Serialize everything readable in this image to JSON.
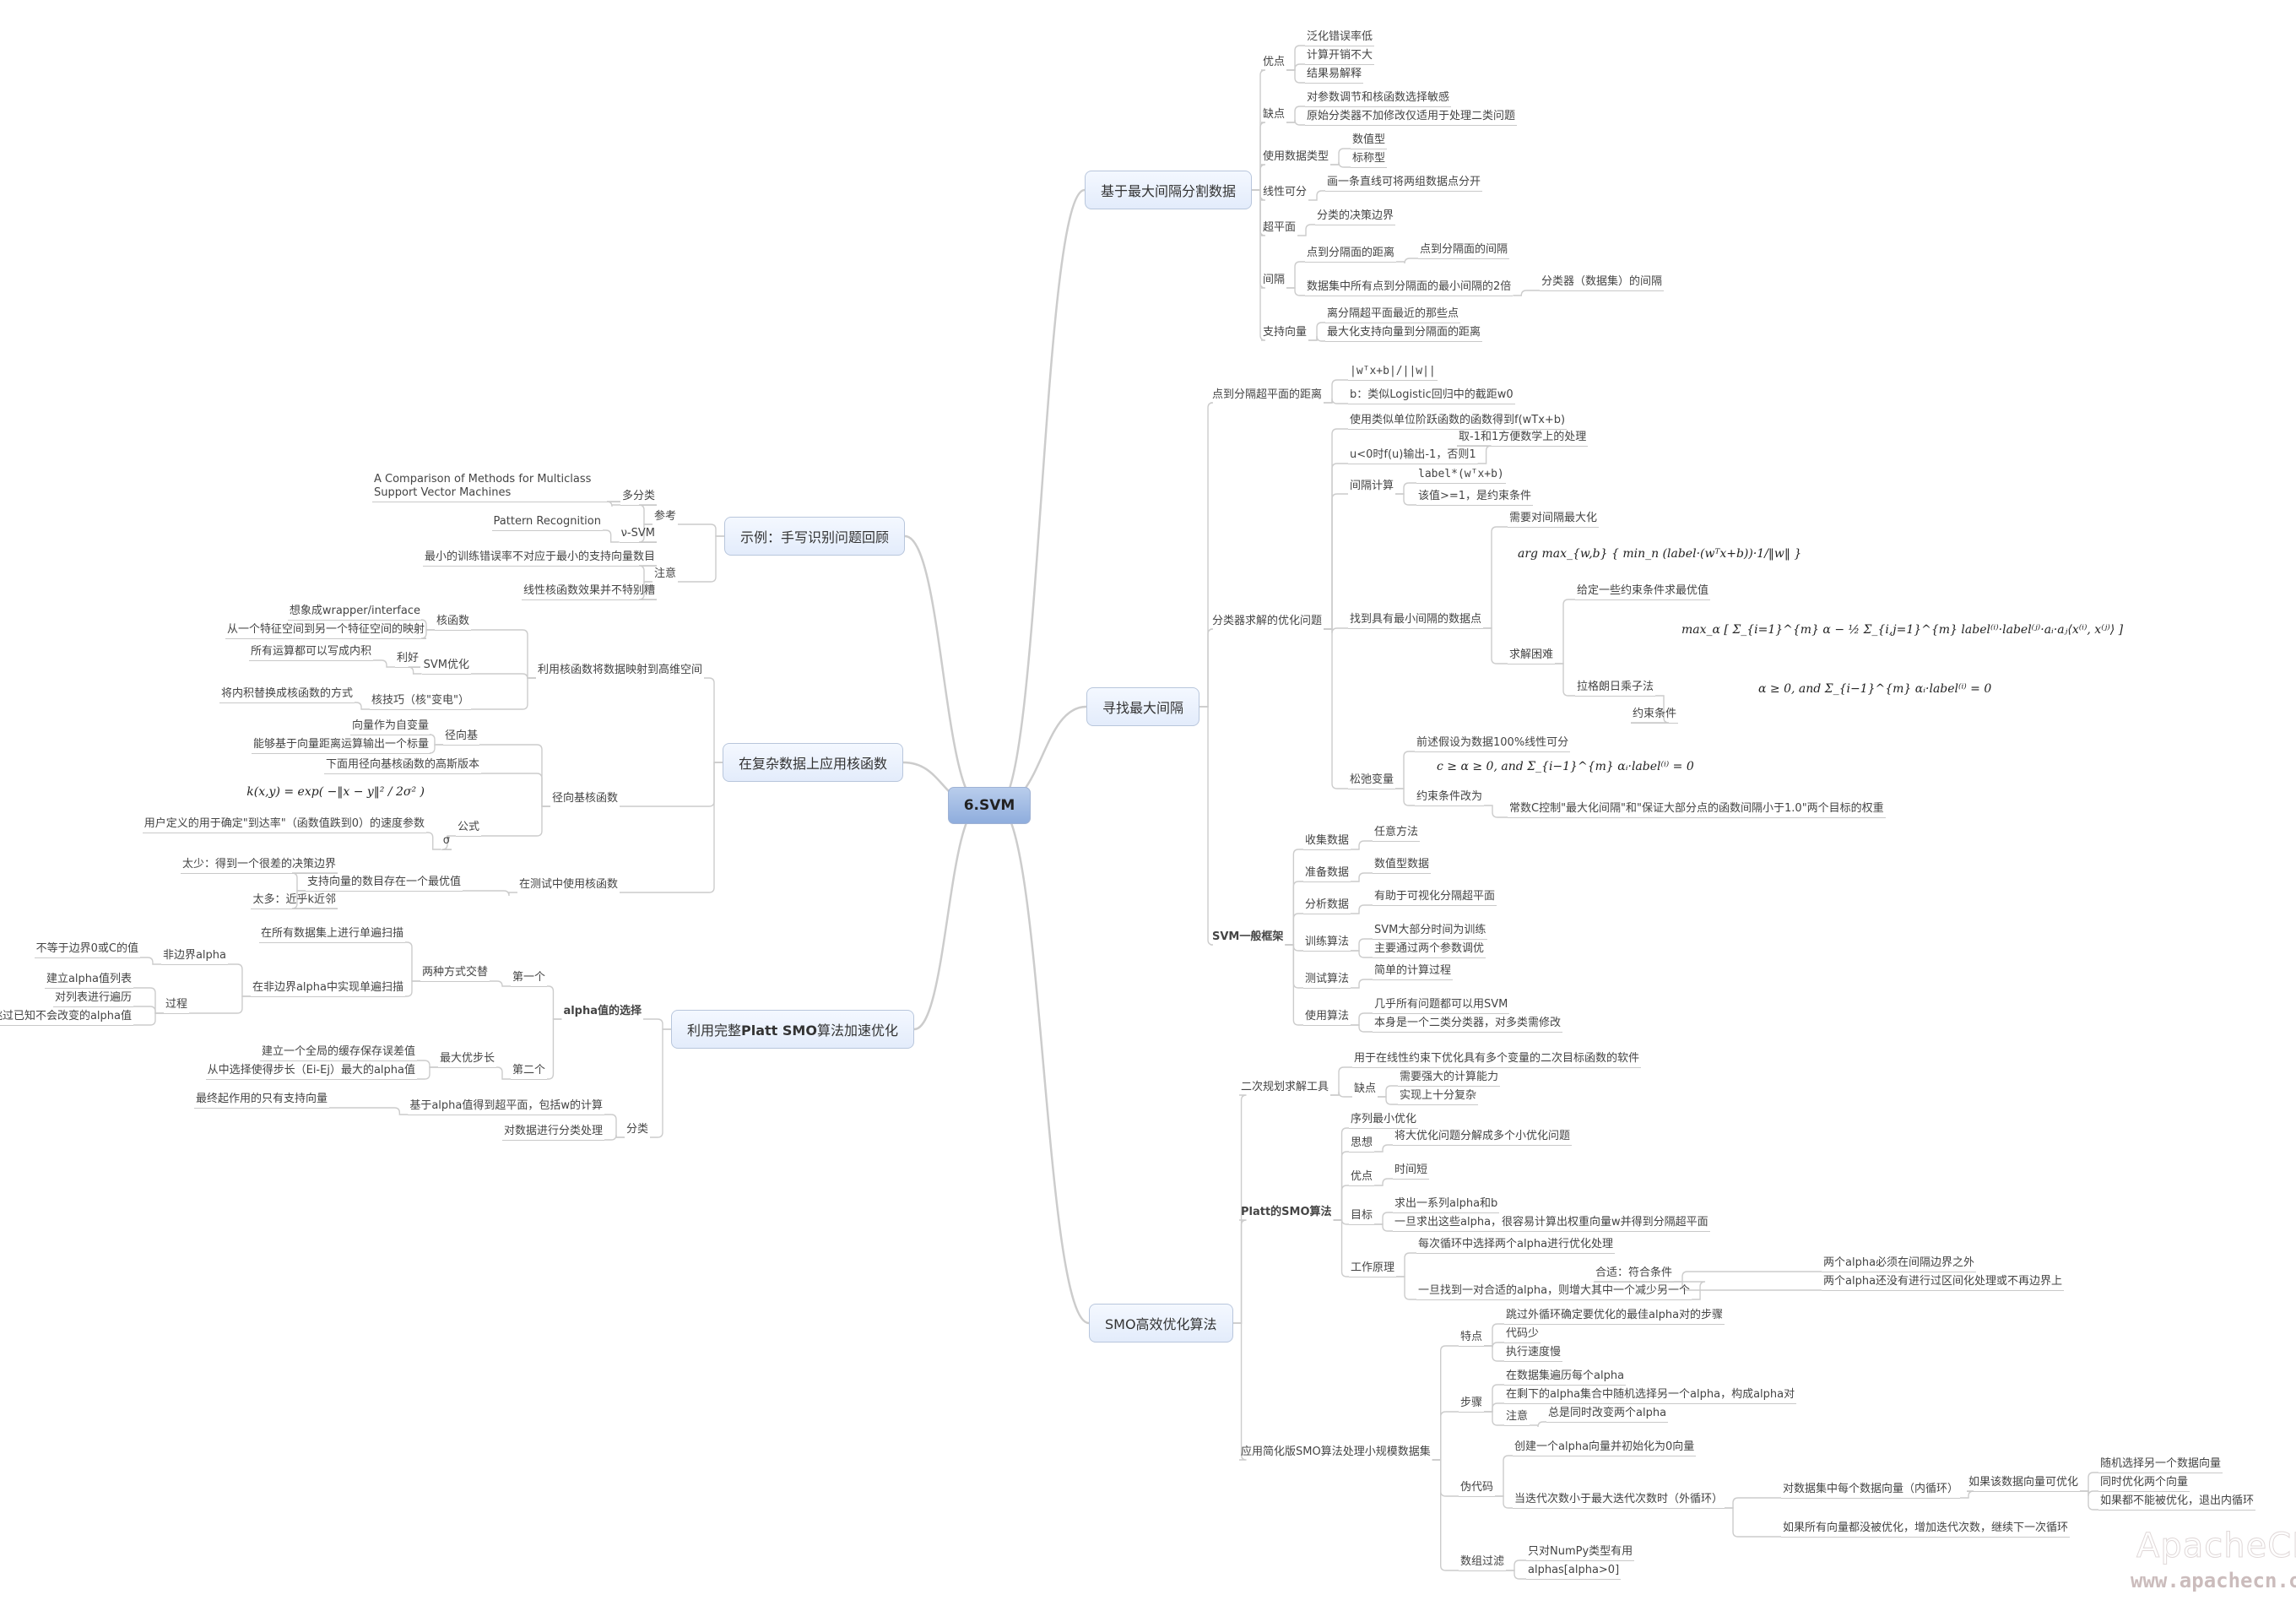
{
  "title": "6.SVM",
  "watermark": {
    "brand": "ApacheCN",
    "url": "www.apachecn.org"
  },
  "colors": {
    "center_fill": "#8faddd",
    "main_fill": "#e3ecfb",
    "line": "#c9c9c9",
    "text": "#444444"
  },
  "right": {
    "b1": {
      "label": "基于最大间隔分割数据",
      "youdian": {
        "label": "优点",
        "items": [
          "泛化错误率低",
          "计算开销不大",
          "结果易解释"
        ]
      },
      "quedian": {
        "label": "缺点",
        "items": [
          "对参数调节和核函数选择敏感",
          "原始分类器不加修改仅适用于处理二类问题"
        ]
      },
      "datatype": {
        "label": "使用数据类型",
        "items": [
          "数值型",
          "标称型"
        ]
      },
      "linear": {
        "label": "线性可分",
        "items": [
          "画一条直线可将两组数据点分开"
        ]
      },
      "hyper": {
        "label": "超平面",
        "items": [
          "分类的决策边界"
        ]
      },
      "margin": {
        "label": "间隔",
        "a": "点到分隔面的距离",
        "a1": "点到分隔面的间隔",
        "b": "数据集中所有点到分隔面的最小间隔的2倍",
        "b1": "分类器（数据集）的间隔"
      },
      "sv": {
        "label": "支持向量",
        "items": [
          "离分隔超平面最近的那些点",
          "最大化支持向量到分隔面的距离"
        ]
      }
    },
    "b2": {
      "label": "寻找最大间隔",
      "dist": {
        "label": "点到分隔超平面的距离",
        "f": "|wᵀx+b|/||w||",
        "b": "b：类似Logistic回归中的截距w0"
      },
      "opt": {
        "label": "分类器求解的优化问题",
        "step": "使用类似单位阶跃函数的函数得到f(wTx+b)",
        "u": "u<0时f(u)输出-1，否则1",
        "u1": "取-1和1方便数学上的处理",
        "calc": {
          "label": "间隔计算",
          "f": "label*(wᵀx+b)",
          "c": "该值>=1，是约束条件"
        },
        "find": {
          "label": "找到具有最小间隔的数据点",
          "need": "需要对间隔最大化",
          "argmax": "arg max_{w,b} { min_n (label·(wᵀx+b))·1/‖w‖ }",
          "hard": "求解困难",
          "given": "给定一些约束条件求最优值",
          "lagrange": "拉格朗日乘子法",
          "dual": "max_α [ Σ_{i=1}^{m} α − ½ Σ_{i,j=1}^{m} label⁽ⁱ⁾·label⁽ʲ⁾·aᵢ·aⱼ⟨x⁽ⁱ⁾, x⁽ʲ⁾⟩ ]",
          "cons_label": "约束条件",
          "cons": "α ≥ 0, and Σ_{i−1}^{m} αᵢ·label⁽ⁱ⁾ = 0"
        },
        "slack": {
          "label": "松弛变量",
          "a": "前述假设为数据100%线性可分",
          "change": "约束条件改为",
          "f": "c ≥ α ≥ 0, and Σ_{i−1}^{m} αᵢ·label⁽ⁱ⁾ = 0",
          "c": "常数C控制\"最大化间隔\"和\"保证大部分点的函数间隔小于1.0\"两个目标的权重"
        }
      },
      "frame": {
        "label": "SVM一般框架",
        "rows": [
          {
            "label": "收集数据",
            "items": [
              "任意方法"
            ]
          },
          {
            "label": "准备数据",
            "items": [
              "数值型数据"
            ]
          },
          {
            "label": "分析数据",
            "items": [
              "有助于可视化分隔超平面"
            ]
          },
          {
            "label": "训练算法",
            "items": [
              "SVM大部分时间为训练",
              "主要通过两个参数调优"
            ]
          },
          {
            "label": "测试算法",
            "items": [
              "简单的计算过程"
            ]
          },
          {
            "label": "使用算法",
            "items": [
              "几乎所有问题都可以用SVM",
              "本身是一个二类分类器，对多类需修改"
            ]
          }
        ]
      }
    },
    "b3": {
      "label": "SMO高效优化算法",
      "qp": {
        "label": "二次规划求解工具",
        "a": "用于在线性约束下优化具有多个变量的二次目标函数的软件",
        "bad": "缺点",
        "bad_items": [
          "需要强大的计算能力",
          "实现上十分复杂"
        ]
      },
      "platt": {
        "label": "Platt的SMO算法",
        "seq": "序列最小优化",
        "idea": "思想",
        "idea1": "将大优化问题分解成多个小优化问题",
        "adv": "优点",
        "adv1": "时间短",
        "goal": "目标",
        "goal_items": [
          "求出一系列alpha和b",
          "一旦求出这些alpha，很容易计算出权重向量w并得到分隔超平面"
        ],
        "work": "工作原理",
        "w1": "每次循环中选择两个alpha进行优化处理",
        "w2": "一旦找到一对合适的alpha，则增大其中一个减少另一个",
        "fit": "合适：符合条件",
        "fit_items": [
          "两个alpha必须在间隔边界之外",
          "两个alpha还没有进行过区间化处理或不再边界上"
        ]
      },
      "simple": {
        "label": "应用简化版SMO算法处理小规模数据集",
        "feat": "特点",
        "feat_items": [
          "跳过外循环确定要优化的最佳alpha对的步骤",
          "代码少",
          "执行速度慢"
        ],
        "steps": "步骤",
        "step_items": [
          "在数据集遍历每个alpha",
          "在剩下的alpha集合中随机选择另一个alpha，构成alpha对"
        ],
        "note": "注意",
        "note1": "总是同时改变两个alpha",
        "pseudo": "伪代码",
        "p1": "创建一个alpha向量并初始化为0向量",
        "p2": "当迭代次数小于最大迭代次数时（外循环）",
        "p3": "对数据集中每个数据向量（内循环）",
        "p4": "如果该数据向量可优化",
        "p4_items": [
          "随机选择另一个数据向量",
          "同时优化两个向量",
          "如果都不能被优化，退出内循环"
        ],
        "p5": "如果所有向量都没被优化，增加迭代次数，继续下一次循环",
        "filter": "数组过滤",
        "filter_items": [
          "只对NumPy类型有用",
          "alphas[alpha>0]"
        ]
      }
    }
  },
  "left": {
    "l1": {
      "label": "示例：手写识别问题回顾",
      "ref": "参考",
      "multi": "多分类",
      "multi1": "A Comparison of Methods for Multiclass Support Vector Machines",
      "nusvm": "ν-SVM",
      "nusvm1": "Pattern Recognition",
      "note": "注意",
      "note_items": [
        "最小的训练错误率不对应于最小的支持向量数目",
        "线性核函数效果并不特别糟"
      ]
    },
    "l2": {
      "label": "在复杂数据上应用核函数",
      "map": "利用核函数将数据映射到高维空间",
      "kf": "核函数",
      "kf_items": [
        "想象成wrapper/interface",
        "从一个特征空间到另一个特征空间的映射"
      ],
      "svmopt": "SVM优化",
      "good": "利好",
      "good1": "所有运算都可以写成内积",
      "trick": "核技巧（核\"变电\"）",
      "trick1": "将内积替换成核函数的方式",
      "rbf": "径向基核函数",
      "rb": "径向基",
      "rb_items": [
        "向量作为自变量",
        "能够基于向量距离运算输出一个标量"
      ],
      "gauss": "下面用径向基核函数的高斯版本",
      "formula": "k(x,y) = exp( −‖x − y‖² / 2σ² )",
      "formula_label": "公式",
      "sigma": "σ",
      "sigma1": "用户定义的用于确定\"到达率\"（函数值跌到0）的速度参数",
      "test": "在测试中使用核函数",
      "svnum": "支持向量的数目存在一个最优值",
      "svnum_items": [
        "太少：得到一个很差的决策边界",
        "太多：近乎k近邻"
      ]
    },
    "l3": {
      "label": "利用完整Platt SMO算法加速优化",
      "label_pre": "利用完整",
      "label_bold": "Platt SMO",
      "label_post": "算法加速优化",
      "choose": "alpha值的选择",
      "first": "第一个",
      "alt": "两种方式交替",
      "scan_all": "在所有数据集上进行单遍扫描",
      "scan_nb": "在非边界alpha中实现单遍扫描",
      "nb": "非边界alpha",
      "nb1": "不等于边界0或C的值",
      "proc": "过程",
      "proc_items": [
        "建立alpha值列表",
        "对列表进行遍历",
        "跳过已知不会改变的alpha值"
      ],
      "second": "第二个",
      "maxstep": "最大优步长",
      "maxstep_items": [
        "建立一个全局的缓存保存误差值",
        "从中选择使得步长（Ei-Ej）最大的alpha值"
      ],
      "classify": "分类",
      "hp": "基于alpha值得到超平面，包括w的计算",
      "hp1": "最终起作用的只有支持向量",
      "doclass": "对数据进行分类处理"
    }
  }
}
